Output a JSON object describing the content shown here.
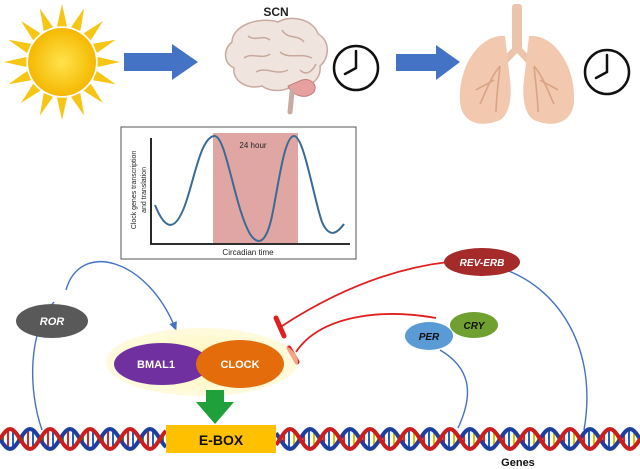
{
  "labels": {
    "scn": "SCN",
    "inset_band": "24 hour",
    "inset_ylabel_line1": "Clock genes transcription",
    "inset_ylabel_line2": "and translation",
    "inset_xlabel": "Circadian time",
    "ror": "ROR",
    "rev_erb": "REV-ERB",
    "bmal1": "BMAL1",
    "clock": "CLOCK",
    "per": "PER",
    "cry": "CRY",
    "ebox": "E-BOX",
    "genes": "Genes"
  },
  "colors": {
    "sun": "#f7c514",
    "arrow": "#4472c4",
    "ror": "#595959",
    "rev_erb": "#a52a2a",
    "bmal1": "#7030a0",
    "clock": "#e46c0a",
    "per": "#5b9bd5",
    "cry": "#70a030",
    "ebox": "#ffc000",
    "green_arrow": "#1fa03a",
    "inhibit": "#e02020",
    "band": "#d99694",
    "lung": "#f2c4a8"
  },
  "icons": [
    "sun-icon",
    "brain-icon",
    "clock-icon",
    "lungs-icon",
    "dna-icon"
  ]
}
